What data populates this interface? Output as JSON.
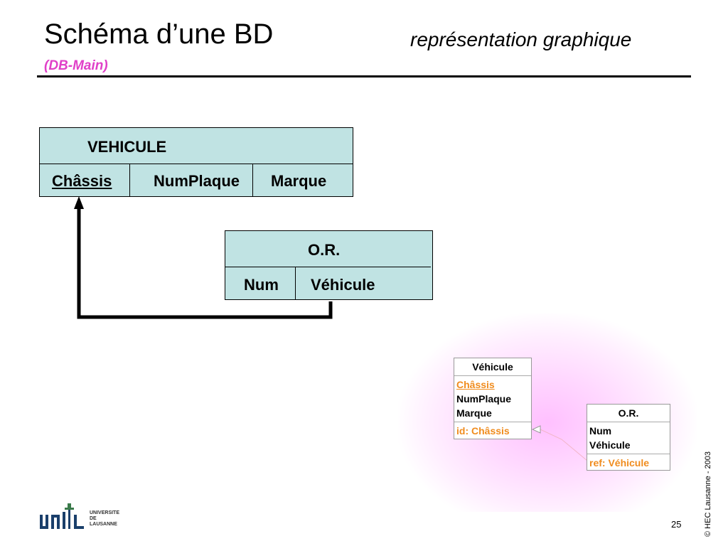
{
  "header": {
    "title": "Schéma d’une BD",
    "subtitle": "représentation graphique",
    "tool": "(DB-Main)"
  },
  "vehicule_table": {
    "name": "VEHICULE",
    "attributes": [
      "Châssis",
      "NumPlaque",
      "Marque"
    ]
  },
  "or_table": {
    "name": "O.R.",
    "attributes": [
      "Num",
      "Véhicule"
    ]
  },
  "dbmain_vehicule": {
    "name": "Véhicule",
    "attributes": [
      "Châssis",
      "NumPlaque",
      "Marque"
    ],
    "id_label": "id:",
    "id_value": "Châssis"
  },
  "dbmain_or": {
    "name": "O.R.",
    "attributes": [
      "Num",
      "Véhicule"
    ],
    "ref_label": "ref:",
    "ref_value": "Véhicule"
  },
  "footer": {
    "copyright": "© HEC Lausanne - 2003",
    "page_number": "25",
    "logo_text": [
      "UNIVERSITE",
      "DE",
      "LAUSANNE"
    ]
  },
  "colors": {
    "table_fill": "#c0e3e3",
    "tool_label": "#e040c8",
    "dbmain_highlight": "#f08c1e",
    "glow": "#ffc0ff"
  }
}
